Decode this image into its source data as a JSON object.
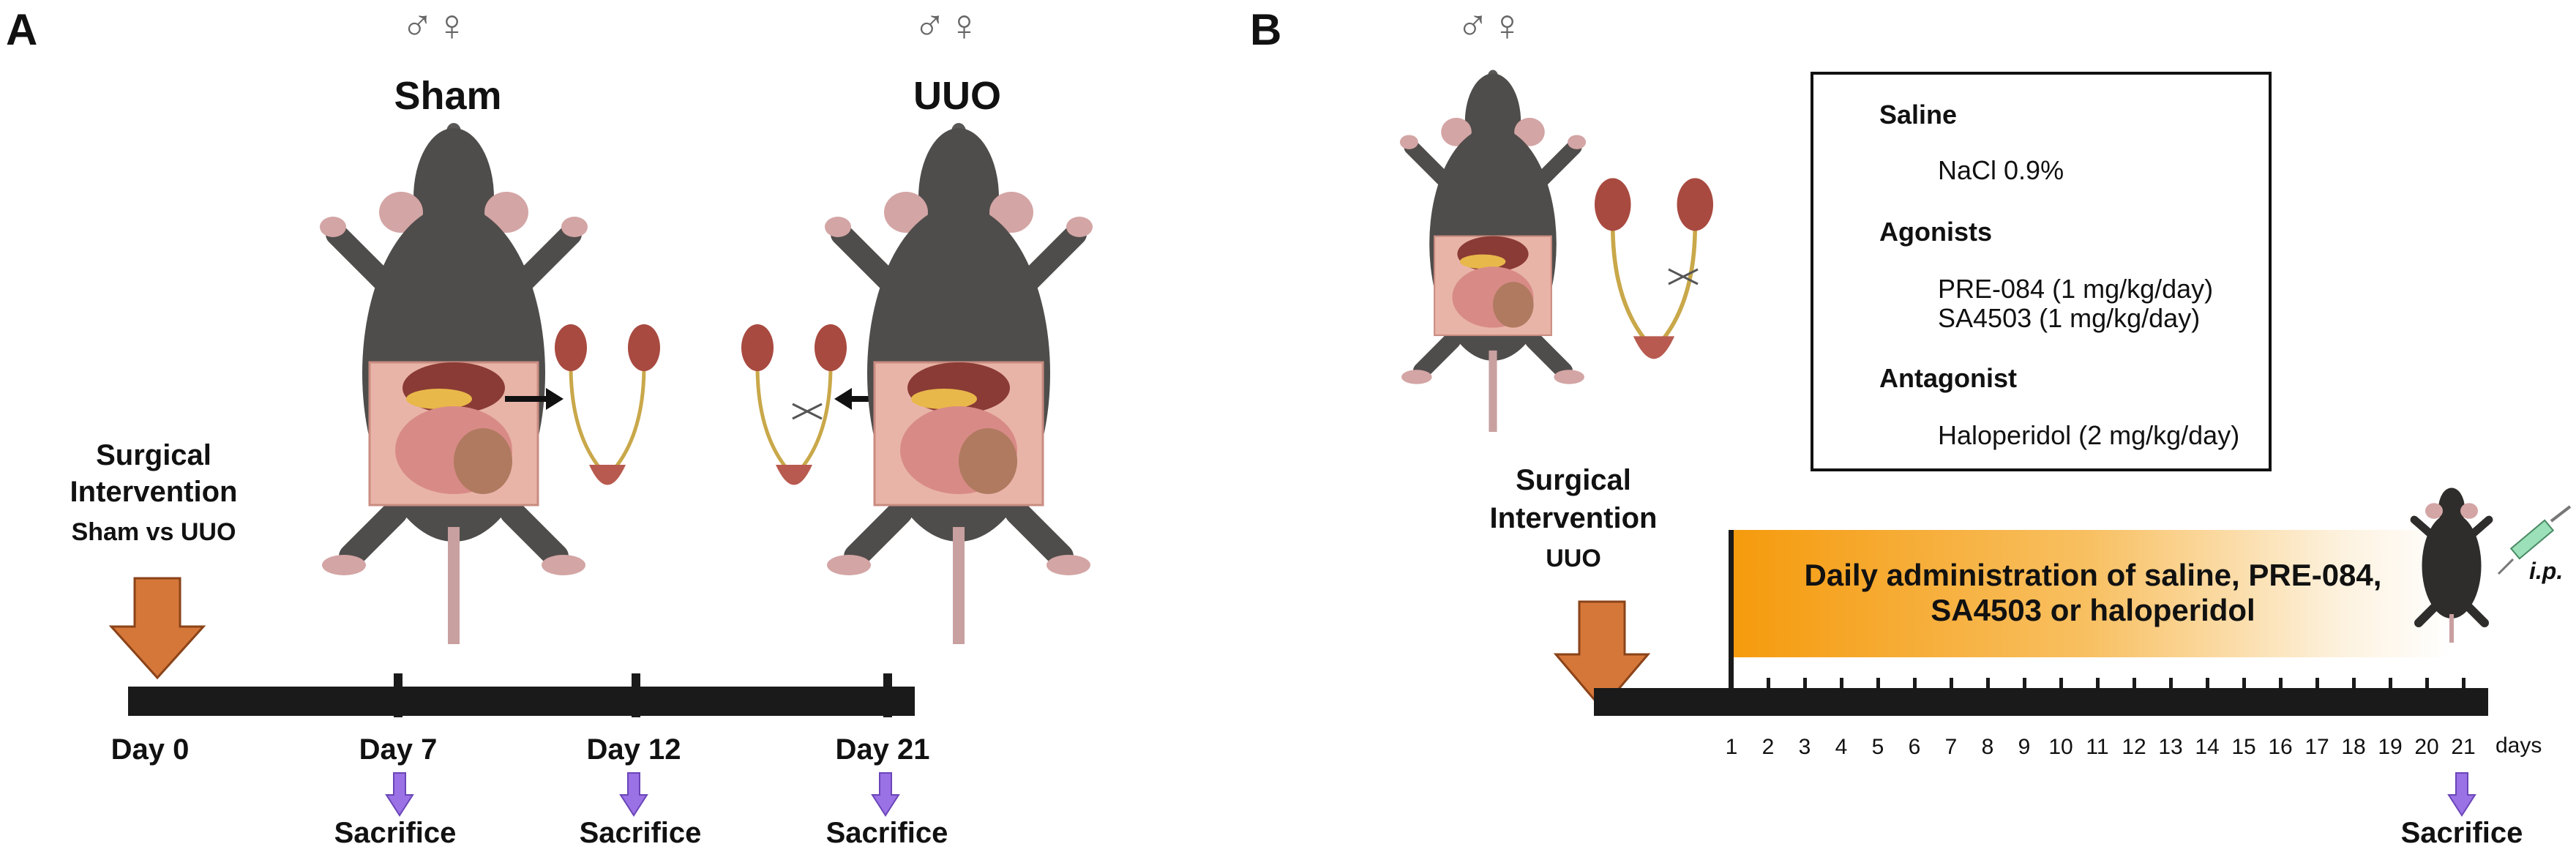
{
  "panel_a": {
    "label": "A",
    "sham": {
      "sex_symbols": "♂♀",
      "title": "Sham"
    },
    "uuo": {
      "sex_symbols": "♂♀",
      "title": "UUO"
    },
    "surgical": {
      "line1": "Surgical",
      "line2": "Intervention",
      "line3": "Sham vs UUO"
    },
    "timeline": {
      "labels": [
        "Day 0",
        "Day 7",
        "Day 12",
        "Day 21"
      ],
      "sacrifice": [
        "Sacrifice",
        "Sacrifice",
        "Sacrifice"
      ]
    }
  },
  "panel_b": {
    "label": "B",
    "sex_symbols": "♂♀",
    "legend": {
      "saline_head": "Saline",
      "saline_item": "NaCl 0.9%",
      "agonists_head": "Agonists",
      "agonist_1": "PRE-084 (1 mg/kg/day)",
      "agonist_2": "SA4503 (1 mg/kg/day)",
      "antagonist_head": "Antagonist",
      "antagonist_1": "Haloperidol (2 mg/kg/day)"
    },
    "surgical": {
      "line1": "Surgical",
      "line2": "Intervention",
      "line3": "UUO"
    },
    "admin": {
      "line1": "Daily administration of saline, PRE-084,",
      "line2": "SA4503 or haloperidol"
    },
    "route": "i.p.",
    "days": [
      "1",
      "2",
      "3",
      "4",
      "5",
      "6",
      "7",
      "8",
      "9",
      "10",
      "11",
      "12",
      "13",
      "14",
      "15",
      "16",
      "17",
      "18",
      "19",
      "20",
      "21"
    ],
    "days_unit": "days",
    "sacrifice": "Sacrifice"
  },
  "colors": {
    "mouse_body": "#4f4d4b",
    "mouse_ear": "#d4a5a5",
    "arrow_orange": "#d6773a",
    "arrow_purple": "#9b72e6",
    "gradient_start": "#f59a0c",
    "timeline": "#1a1a1a"
  }
}
